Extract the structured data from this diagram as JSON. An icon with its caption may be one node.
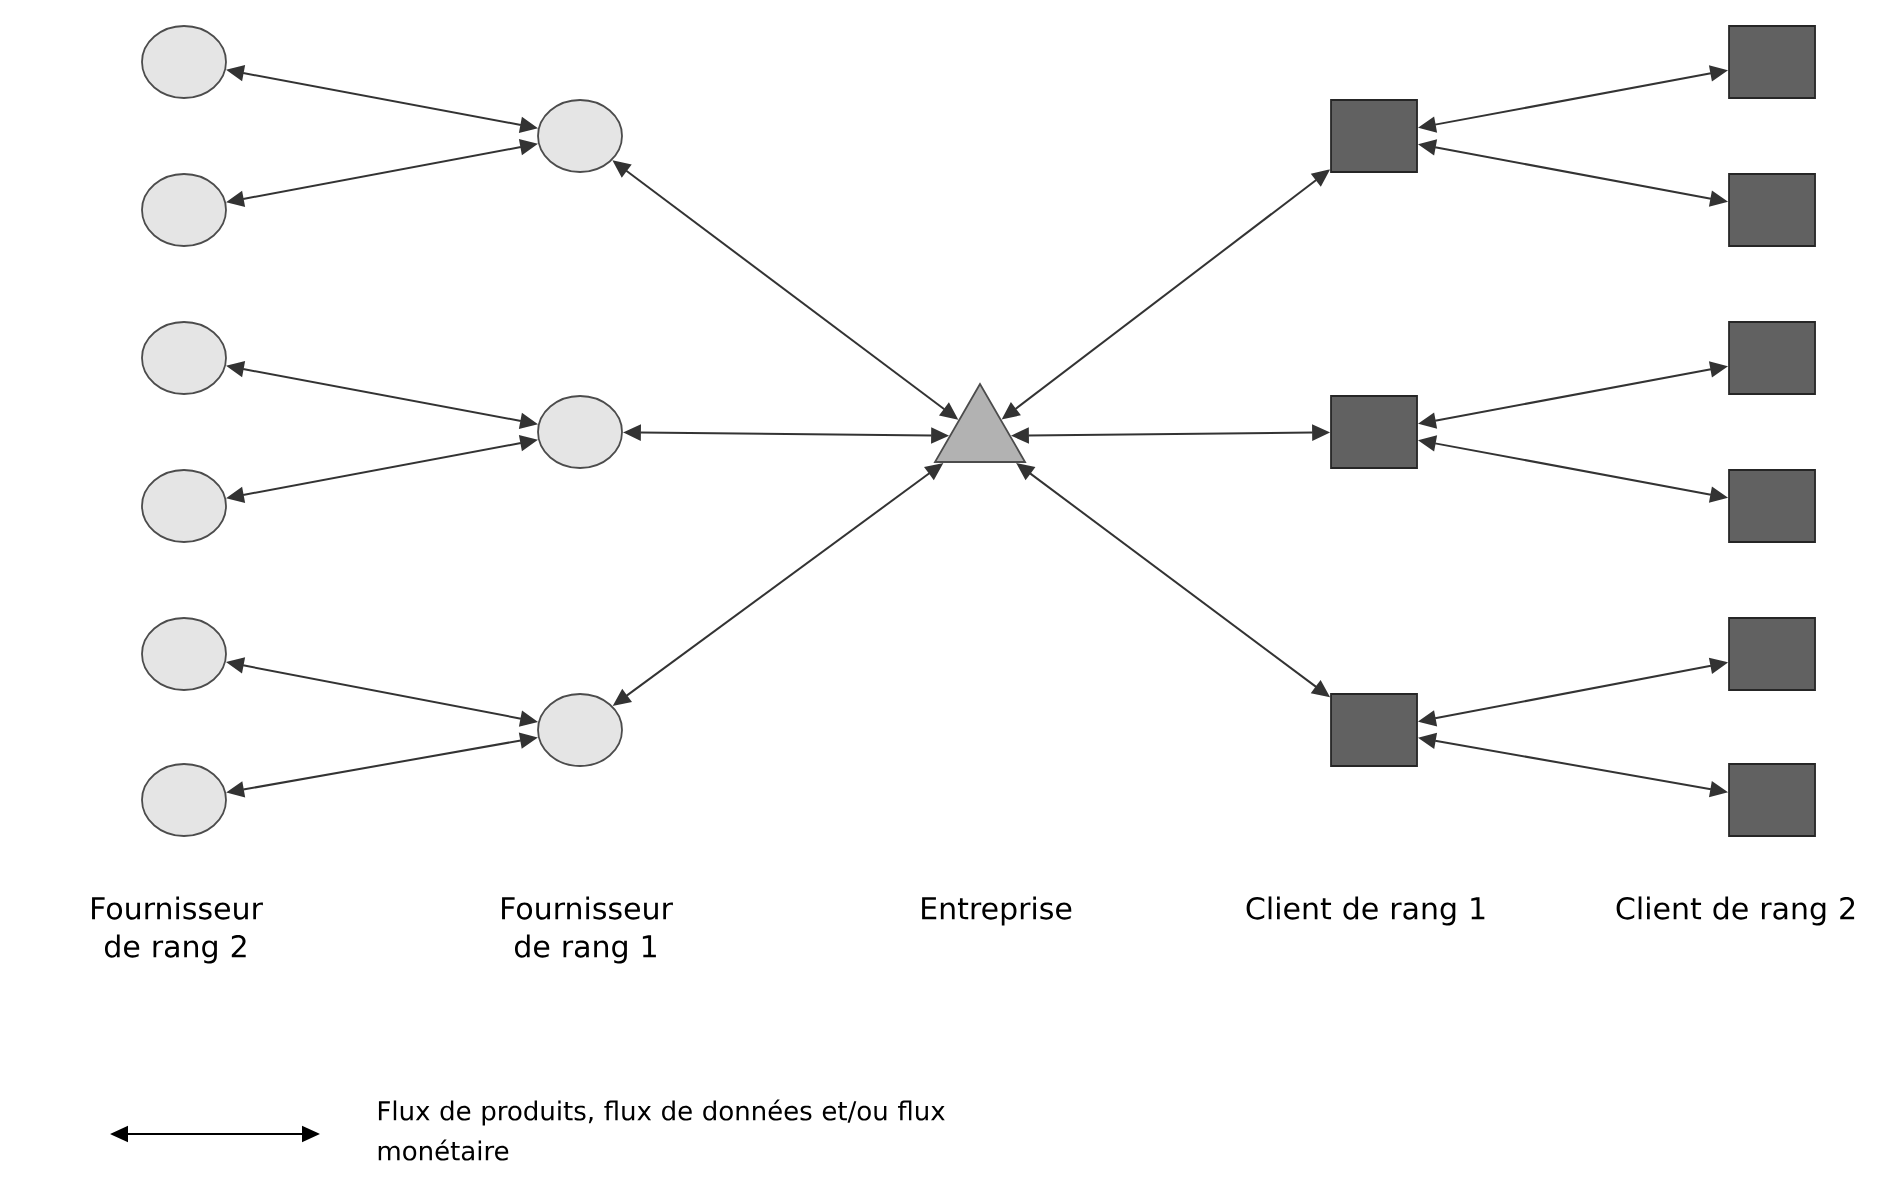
{
  "diagram": {
    "nodes": [
      {
        "text": [],
        "shape": "triangle"
      },
      {
        "text": [],
        "shape": "circle"
      },
      {
        "text": [],
        "shape": "circle"
      },
      {
        "text": [],
        "shape": "circle"
      },
      {
        "text": [],
        "shape": "circle"
      },
      {
        "text": [],
        "shape": "circle"
      },
      {
        "text": [],
        "shape": "circle"
      },
      {
        "text": [],
        "shape": "circle"
      },
      {
        "text": [],
        "shape": "circle"
      },
      {
        "text": [],
        "shape": "circle"
      },
      {
        "text": [],
        "shape": "box"
      },
      {
        "text": [],
        "shape": "box"
      },
      {
        "text": [],
        "shape": "box"
      },
      {
        "text": [],
        "shape": "box"
      },
      {
        "text": [],
        "shape": "box"
      },
      {
        "text": [],
        "shape": "box"
      },
      {
        "text": [],
        "shape": "box"
      },
      {
        "text": [],
        "shape": "box"
      },
      {
        "text": [],
        "shape": "box"
      }
    ],
    "edges": [
      {
        "from": 0,
        "to": 1,
        "arrow": "both"
      },
      {
        "from": 0,
        "to": 2,
        "arrow": "both"
      },
      {
        "from": 0,
        "to": 3,
        "arrow": "both"
      },
      {
        "from": 1,
        "to": 4,
        "arrow": "both"
      },
      {
        "from": 1,
        "to": 5,
        "arrow": "both"
      },
      {
        "from": 2,
        "to": 6,
        "arrow": "both"
      },
      {
        "from": 2,
        "to": 7,
        "arrow": "both"
      },
      {
        "from": 3,
        "to": 8,
        "arrow": "both"
      },
      {
        "from": 3,
        "to": 9,
        "arrow": "both"
      },
      {
        "from": 0,
        "to": 10,
        "arrow": "both"
      },
      {
        "from": 0,
        "to": 11,
        "arrow": "both"
      },
      {
        "from": 0,
        "to": 12,
        "arrow": "both"
      },
      {
        "from": 10,
        "to": 13,
        "arrow": "both"
      },
      {
        "from": 10,
        "to": 14,
        "arrow": "both"
      },
      {
        "from": 11,
        "to": 15,
        "arrow": "both"
      },
      {
        "from": 11,
        "to": 16,
        "arrow": "both"
      },
      {
        "from": 12,
        "to": 17,
        "arrow": "both"
      },
      {
        "from": 12,
        "to": 18,
        "arrow": "both"
      }
    ],
    "labels": [
      "Fournisseur de rang 2",
      "Fournisseur de rang 1",
      "Entreprise",
      "Client de rang 1",
      "Client de rang 2"
    ],
    "legend": [
      {
        "text": "Flux de produits, flux de données et/ou flux monétaire"
      }
    ]
  }
}
